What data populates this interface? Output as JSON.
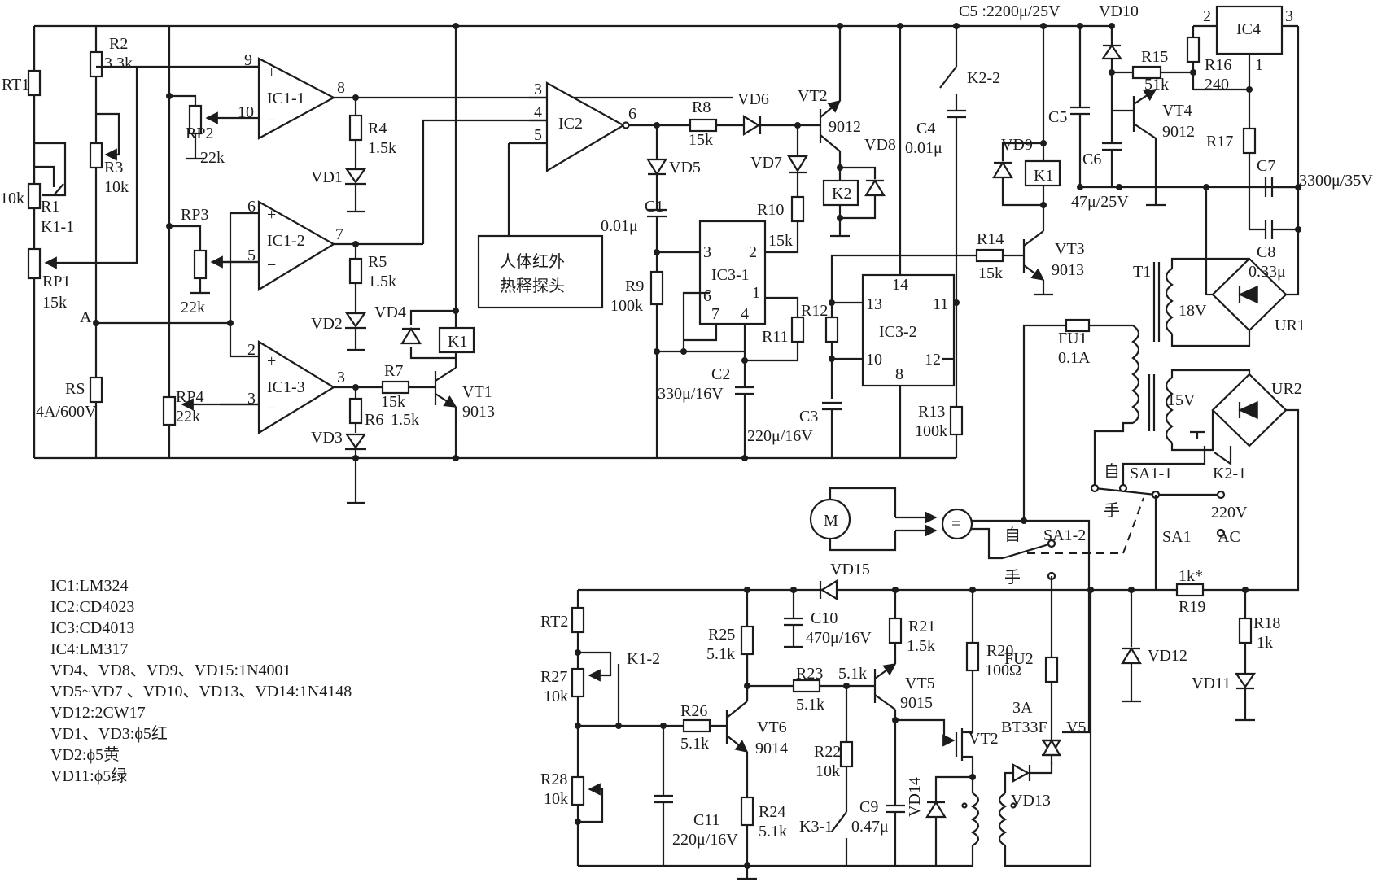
{
  "components": {
    "RT1": "RT1",
    "R2": "R2",
    "R2v": "3.3k",
    "R3": "R3",
    "R3v": "10k",
    "R1v": "10k",
    "R1": "R1",
    "K1_1": "K1-1",
    "RP1": "RP1",
    "RP1v": "15k",
    "A": "A",
    "RS": "RS",
    "RSv": "4A/600V",
    "IC1_1": "IC1-1",
    "IC1_2": "IC1-2",
    "IC1_3": "IC1-3",
    "RP2": "RP2",
    "RP2v": "22k",
    "RP3": "RP3",
    "RP3v": "22k",
    "RP4": "RP4",
    "RP4v": "22k",
    "R4": "R4",
    "R4v": "1.5k",
    "R5": "R5",
    "R5v": "1.5k",
    "R6": "R6",
    "R6v": "1.5k",
    "R7": "R7",
    "R7v": "15k",
    "VD1": "VD1",
    "VD2": "VD2",
    "VD3": "VD3",
    "VD4": "VD4",
    "K1": "K1",
    "VT1": "VT1",
    "VT1v": "9013",
    "IC2": "IC2",
    "pir": [
      "人体红外",
      "热释探头"
    ],
    "R8": "R8",
    "R8v": "15k",
    "VD5": "VD5",
    "VD6": "VD6",
    "VD7": "VD7",
    "VD8": "VD8",
    "VT2": "VT2",
    "VT2v": "9012",
    "K2": "K2",
    "C1": "C1",
    "C1v": "0.01μ",
    "R9": "R9",
    "R9v": "100k",
    "IC3_1": "IC3-1",
    "R10": "R10",
    "R10v": "15k",
    "R11": "R11",
    "C2": "C2",
    "C2v": "330μ/16V",
    "C3": "C3",
    "C3v": "220μ/16V",
    "R12": "R12",
    "IC3_2": "IC3-2",
    "R13": "R13",
    "R13v": "100k",
    "C4": "C4",
    "C4v": "0.01μ",
    "K2_2": "K2-2",
    "C5top": "C5 :2200μ/25V",
    "C5": "C5",
    "C6": "C6",
    "C6v": "47μ/25V",
    "VD9": "VD9",
    "R14": "R14",
    "R14v": "15k",
    "VT3": "VT3",
    "VT3v": "9013",
    "VD10": "VD10",
    "R15": "R15",
    "R15v": "51k",
    "R16": "R16",
    "R16v": "240",
    "IC4": "IC4",
    "VT4": "VT4",
    "VT4v": "9012",
    "R17": "R17",
    "C7": "C7",
    "C7v": "3300μ/35V",
    "C8": "C8",
    "C8v": "0.33μ",
    "T1": "T1",
    "T18": "18V",
    "T15": "15V",
    "UR1": "UR1",
    "UR2": "UR2",
    "FU1": "FU1",
    "FU1v": "0.1A",
    "K2_1": "K2-1",
    "zi": "自",
    "shou": "手",
    "SA1_1": "SA1-1",
    "SA1_2": "SA1-2",
    "SA1": "SA1",
    "V220": "220V",
    "AC": "AC",
    "M": "M",
    "eq": "=",
    "VD15": "VD15",
    "RT2": "RT2",
    "K1_2": "K1-2",
    "R27": "R27",
    "R27v": "10k",
    "R28": "R28",
    "R28v": "10k",
    "R25": "R25",
    "R25v": "5.1k",
    "R26": "R26",
    "R26v": "5.1k",
    "VT6": "VT6",
    "VT6v": "9014",
    "R24": "R24",
    "R24v": "5.1k",
    "C11": "C11",
    "C11v": "220μ/16V",
    "C10": "C10",
    "C10v": "470μ/16V",
    "R23": "R23",
    "R23v": "5.1k",
    "R23x": "5.1k",
    "R21": "R21",
    "R21v": "1.5k",
    "VT5": "VT5",
    "VT5v": "9015",
    "R22": "R22",
    "R22v": "10k",
    "K3_1": "K3-1",
    "C9": "C9",
    "C9v": "0.47μ",
    "VD14": "VD14",
    "R20": "R20",
    "R20v": "100Ω",
    "VT2b": "VT2",
    "FU2": "FU2",
    "FU2v": "3A",
    "BT": "BT33F",
    "V5": "V5",
    "VD13": "VD13",
    "R19": "R19",
    "R19v": "1k*",
    "VD12": "VD12",
    "R18": "R18",
    "R18v": "1k",
    "VD11": "VD11"
  },
  "pins": {
    "p9": "9",
    "p10": "10",
    "p8": "8",
    "p6a": "6",
    "p5a": "5",
    "p7": "7",
    "p2a": "2",
    "p3a": "3",
    "p1a": "1",
    "ic2_3": "3",
    "ic2_4": "4",
    "ic2_5": "5",
    "ic2_6": "6",
    "ic31_3": "3",
    "ic31_2": "2",
    "ic31_6": "6",
    "ic31_1": "1",
    "ic31_7": "7",
    "ic31_4": "4",
    "ic32_14": "14",
    "ic32_13": "13",
    "ic32_11": "11",
    "ic32_10": "10",
    "ic32_12": "12",
    "ic32_8": "8",
    "ic4_2": "2",
    "ic4_3": "3",
    "ic4_1": "1"
  },
  "legend": [
    "IC1:LM324",
    "IC2:CD4023",
    "IC3:CD4013",
    "IC4:LM317",
    "VD4、VD8、VD9、VD15:1N4001",
    "VD5~VD7 、VD10、VD13、VD14:1N4148",
    "VD12:2CW17",
    "VD1、VD3:ϕ5红",
    "VD2:ϕ5黄",
    "VD11:ϕ5绿"
  ]
}
